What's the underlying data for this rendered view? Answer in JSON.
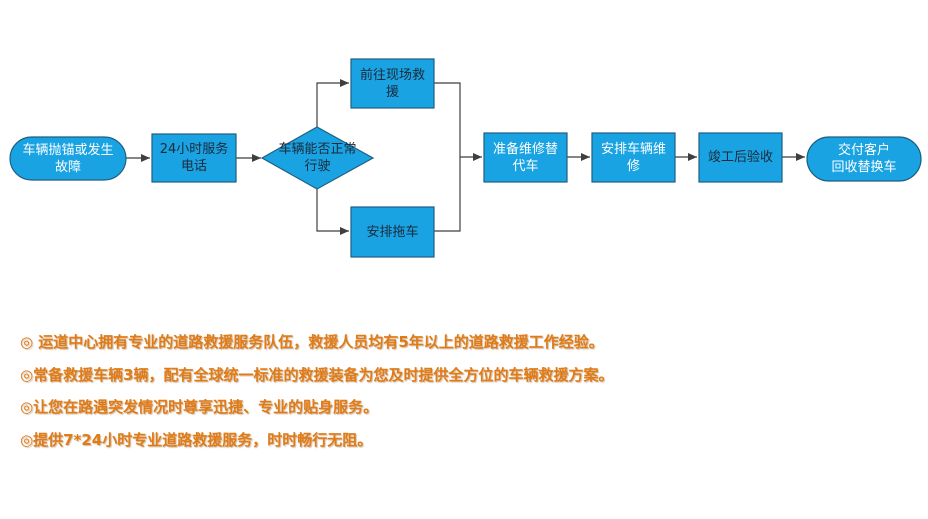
{
  "colors": {
    "node_fill": "#1aa3e3",
    "node_stroke": "#1e5f83",
    "connector": "#3f3f3f",
    "text_accent": "#e07b16"
  },
  "flow": {
    "start": "车辆抛锚或发生\n故障",
    "hotline": "24小时服务\n电话",
    "decision": "车辆能否正常\n行驶",
    "go_to_scene": "前往现场救\n援",
    "arrange_tow": "安排拖车",
    "prepare_car": "准备维修替\n代车",
    "arrange_repair": "安排车辆维\n修",
    "inspection": "竣工后验收",
    "end": "交付客户\n回收替换车"
  },
  "description": [
    "◎ 运道中心拥有专业的道路救援服务队伍，救援人员均有5年以上的道路救援工作经验。",
    "◎常备救援车辆3辆，配有全球统一标准的救援装备为您及时提供全方位的车辆救援方案。",
    "◎让您在路遇突发情况时尊享迅捷、专业的贴身服务。",
    "◎提供7*24小时专业道路救援服务，时时畅行无阻。"
  ]
}
